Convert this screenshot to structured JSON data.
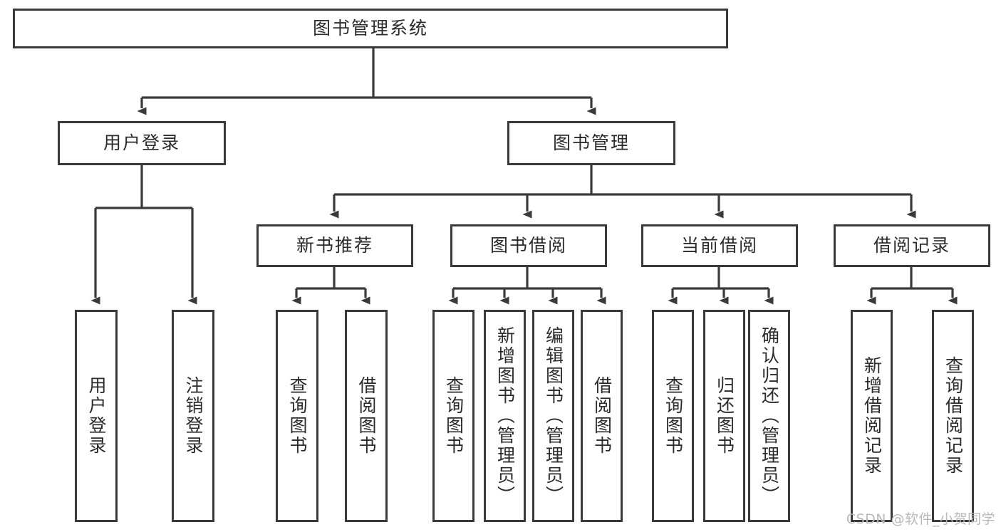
{
  "diagram": {
    "title": "图书管理系统",
    "type": "tree-hierarchy",
    "watermark": "CSDN @软件_小贺同学",
    "colors": {
      "stroke": "#3a3a3a",
      "fill": "#ffffff",
      "text": "#2b2b2b",
      "watermark": "#b9b9b9"
    },
    "nodes": {
      "root": {
        "label": "图书管理系统"
      },
      "level2": [
        {
          "id": "user-login",
          "label": "用户登录"
        },
        {
          "id": "book-management",
          "label": "图书管理"
        }
      ],
      "level3": [
        {
          "id": "new-book-recommend",
          "label": "新书推荐",
          "parent": "book-management"
        },
        {
          "id": "book-borrow",
          "label": "图书借阅",
          "parent": "book-management"
        },
        {
          "id": "current-borrow",
          "label": "当前借阅",
          "parent": "book-management"
        },
        {
          "id": "borrow-record",
          "label": "借阅记录",
          "parent": "book-management"
        }
      ],
      "leaves": {
        "user-login": [
          {
            "id": "leaf-user-login",
            "label": "用户登录"
          },
          {
            "id": "leaf-logout",
            "label": "注销登录"
          }
        ],
        "new-book-recommend": [
          {
            "id": "leaf-query-book-1",
            "label": "查询图书"
          },
          {
            "id": "leaf-borrow-book-1",
            "label": "借阅图书"
          }
        ],
        "book-borrow": [
          {
            "id": "leaf-query-book-2",
            "label": "查询图书"
          },
          {
            "id": "leaf-add-book",
            "label": "新增图书（管理员）"
          },
          {
            "id": "leaf-edit-book",
            "label": "编辑图书（管理员）"
          },
          {
            "id": "leaf-borrow-book-2",
            "label": "借阅图书"
          }
        ],
        "current-borrow": [
          {
            "id": "leaf-query-book-3",
            "label": "查询图书"
          },
          {
            "id": "leaf-return-book",
            "label": "归还图书"
          },
          {
            "id": "leaf-confirm-return",
            "label": "确认归还（管理员）"
          }
        ],
        "borrow-record": [
          {
            "id": "leaf-add-record",
            "label": "新增借阅记录"
          },
          {
            "id": "leaf-query-record",
            "label": "查询借阅记录"
          }
        ]
      }
    }
  }
}
